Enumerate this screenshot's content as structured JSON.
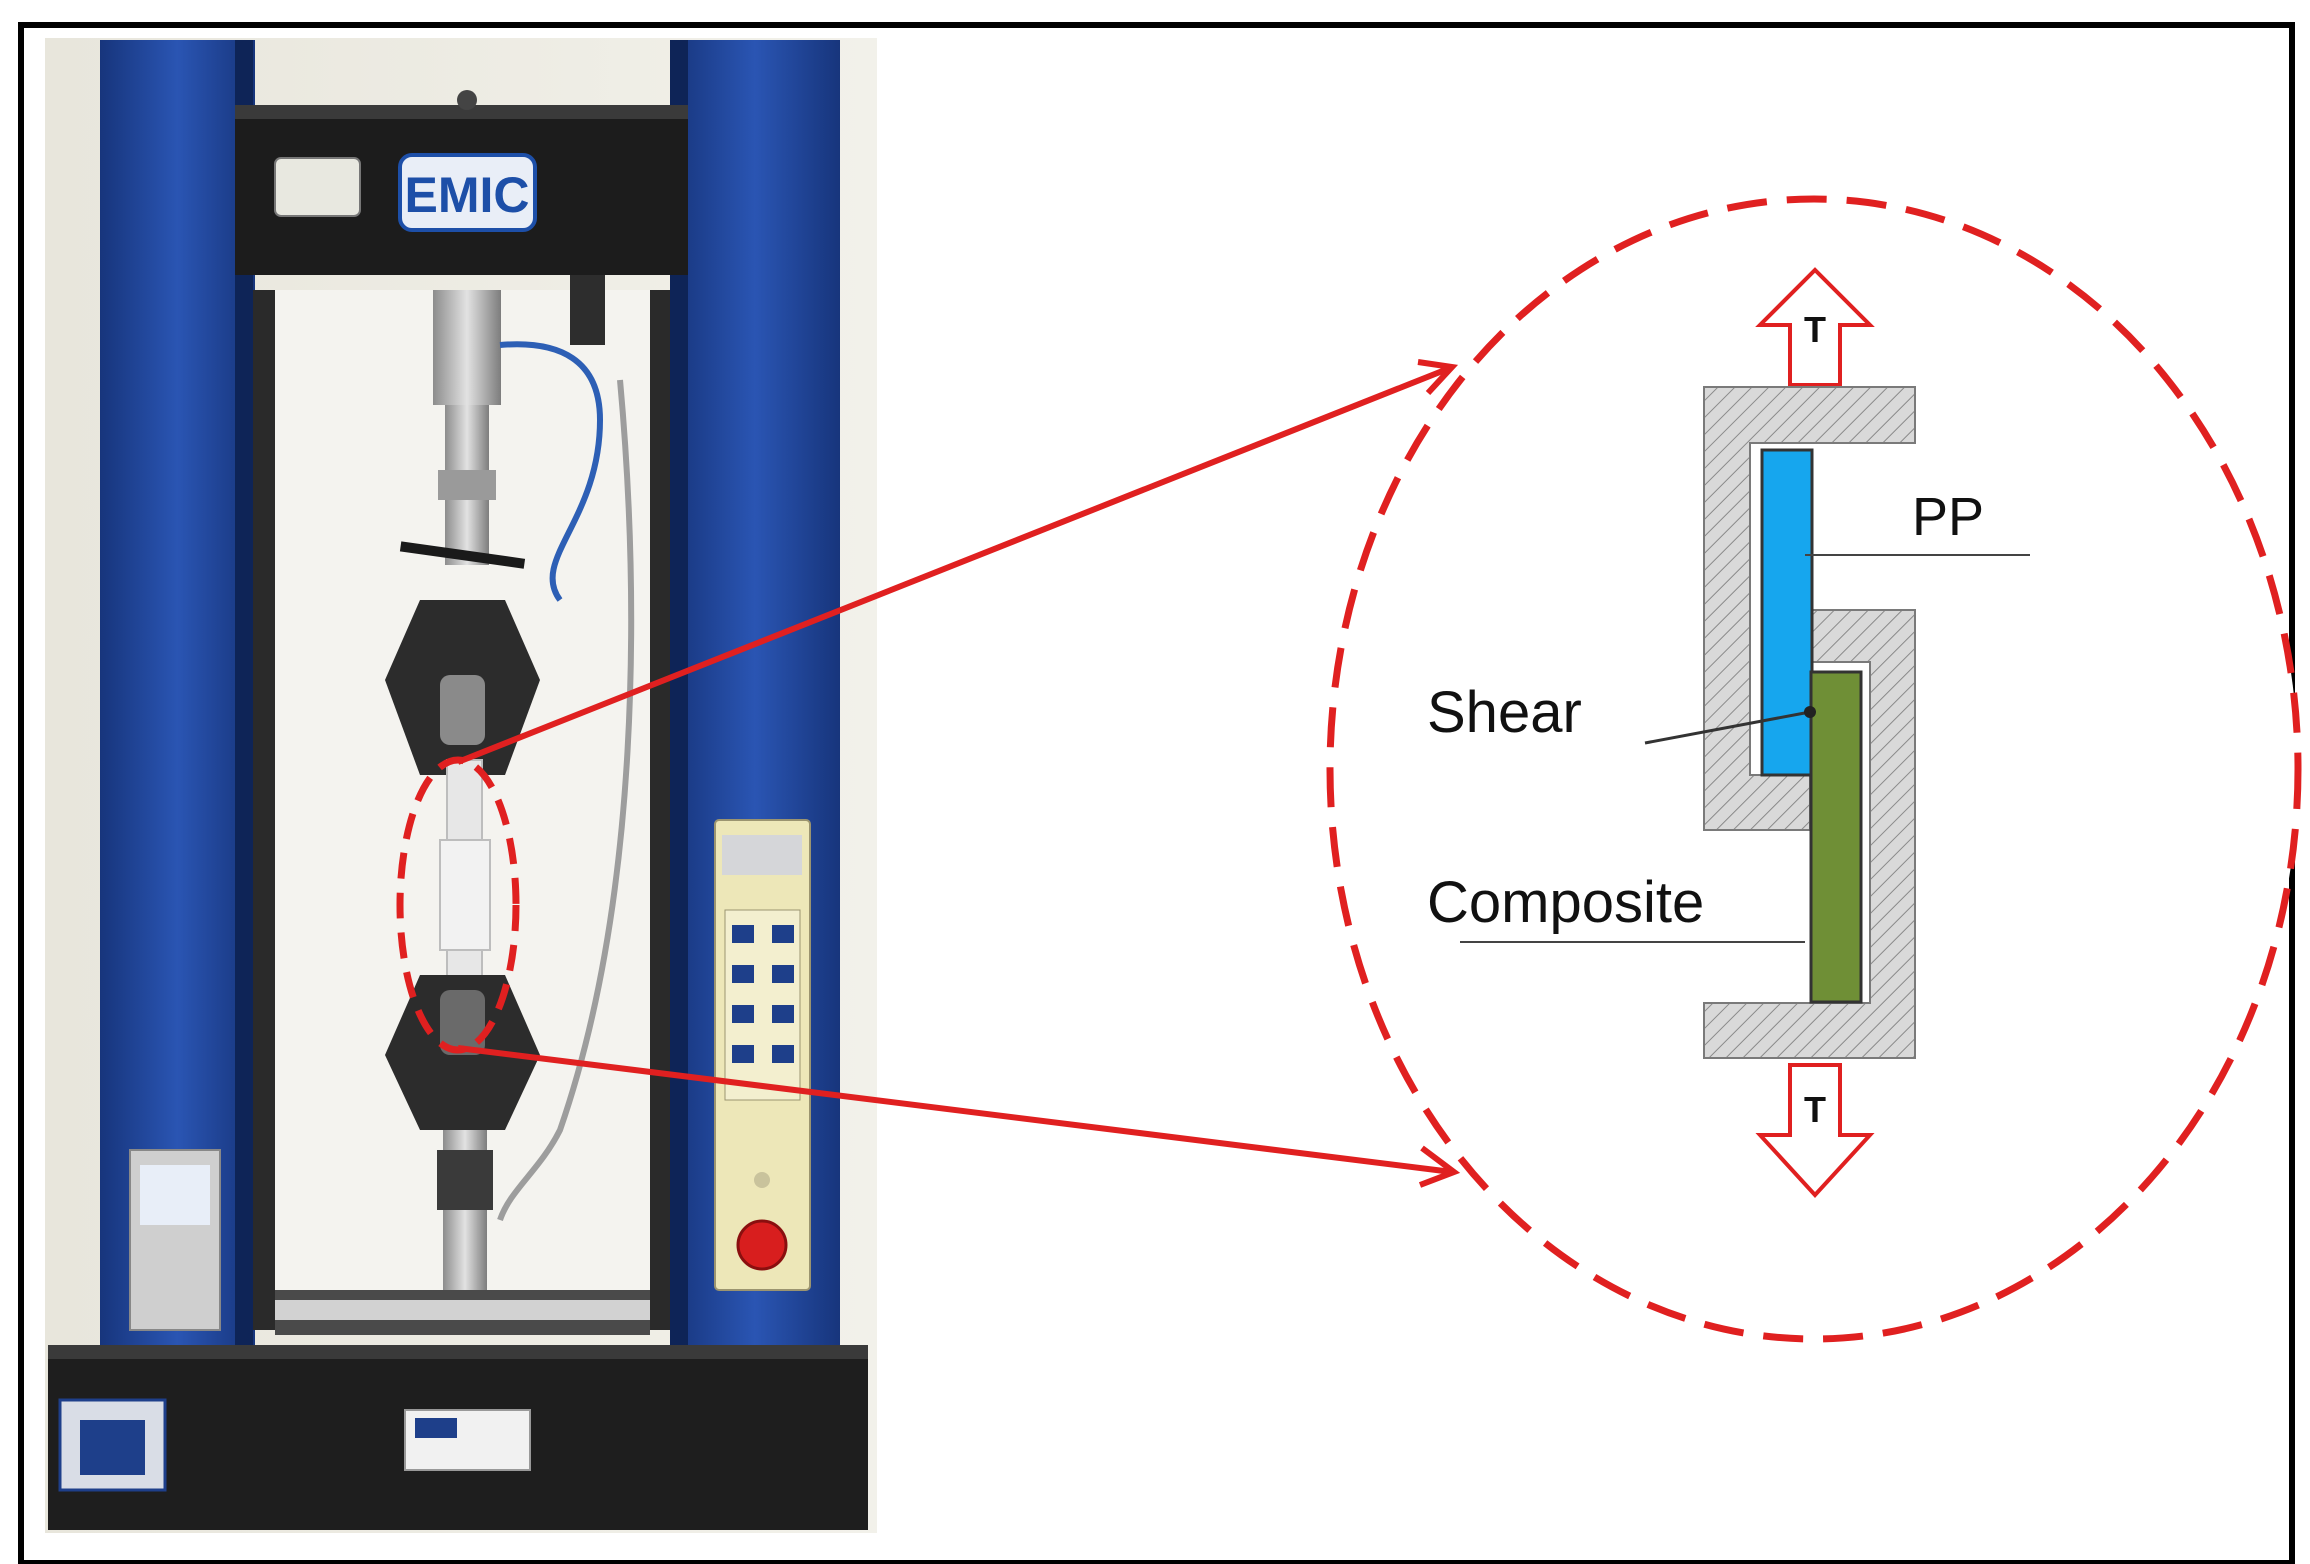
{
  "machine": {
    "brand": "EMIC"
  },
  "diagram": {
    "force_top": "T",
    "force_bottom": "T",
    "labels": {
      "pp": "PP",
      "shear": "Shear",
      "composite": "Composite"
    }
  },
  "colors": {
    "frame_border": "#000000",
    "machine_blue": "#1f3f8f",
    "highlight_red": "#e02020",
    "pp_blue": "#16a6ee",
    "composite_green": "#6f8f36",
    "grip_grey": "#d3d3d3"
  }
}
